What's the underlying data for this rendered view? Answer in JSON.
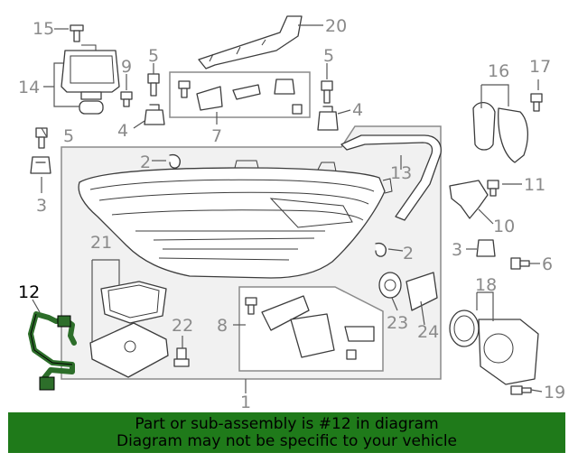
{
  "highlight_color": "#2d6e2a",
  "banner_color": "#1f7a1a",
  "callouts": [
    "15",
    "20",
    "5",
    "9",
    "14",
    "16",
    "17",
    "5",
    "4",
    "7",
    "4",
    "5",
    "3",
    "2",
    "13",
    "11",
    "10",
    "21",
    "2",
    "3",
    "6",
    "12",
    "8",
    "22",
    "23",
    "24",
    "18",
    "19",
    "1"
  ],
  "banner": {
    "line1": "Part or sub-assembly is #12 in diagram",
    "line2": "Diagram may not be specific to your vehicle"
  }
}
